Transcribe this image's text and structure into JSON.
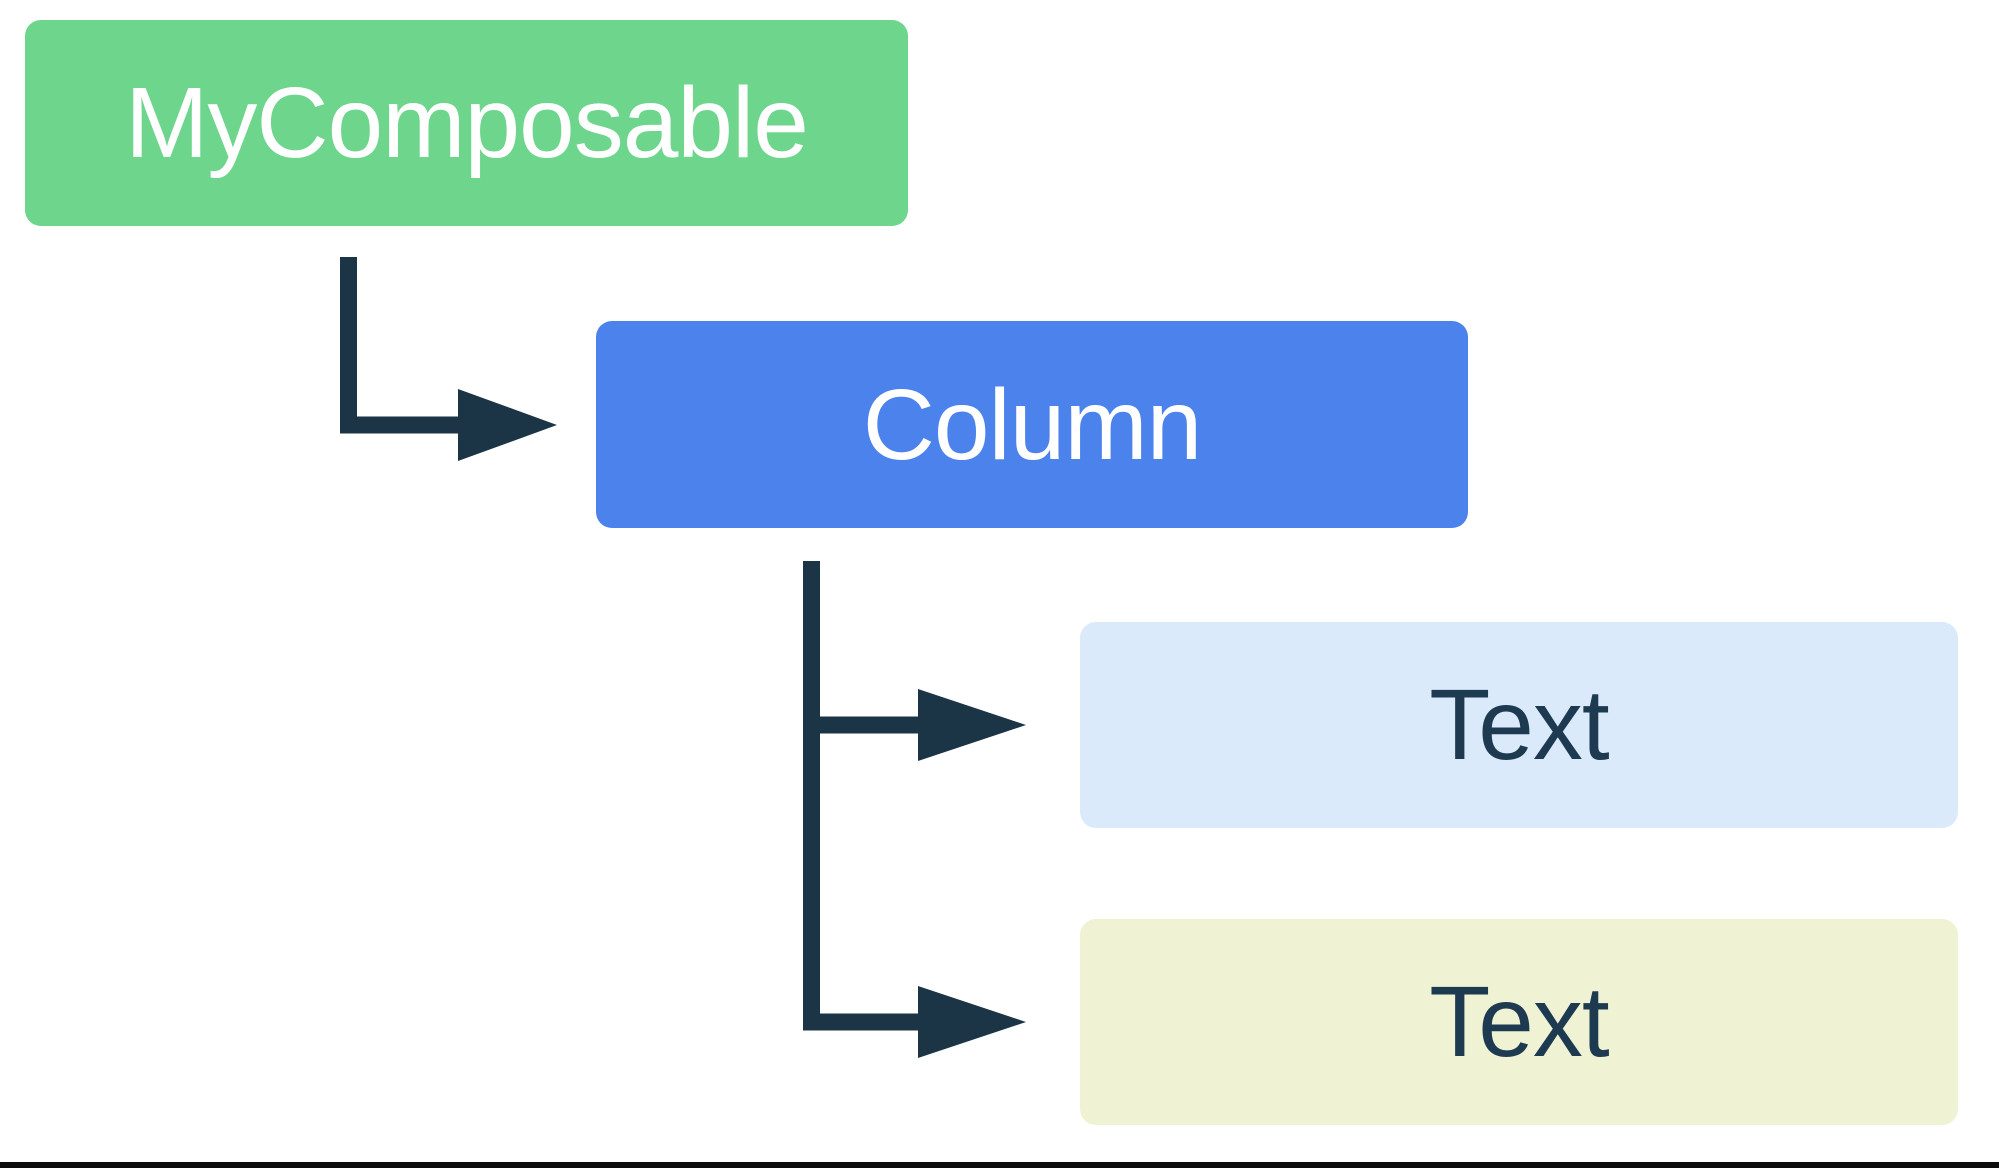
{
  "diagram": {
    "background_color": "#ffffff",
    "connector_color": "#1B3546",
    "bottom_border_color": "#0d0d0d",
    "nodes": [
      {
        "id": "mycomposable",
        "label": "MyComposable",
        "bg": "#6DD58C",
        "text_color": "#FFFFFF"
      },
      {
        "id": "column",
        "label": "Column",
        "bg": "#4C82EC",
        "text_color": "#FFFFFF"
      },
      {
        "id": "text-1",
        "label": "Text",
        "bg": "#DAEAFB",
        "text_color": "#1E3A50"
      },
      {
        "id": "text-2",
        "label": "Text",
        "bg": "#EFF3D4",
        "text_color": "#1E3A50"
      }
    ],
    "edges": [
      {
        "from": "mycomposable",
        "to": "column"
      },
      {
        "from": "column",
        "to": "text-1"
      },
      {
        "from": "column",
        "to": "text-2"
      }
    ]
  }
}
